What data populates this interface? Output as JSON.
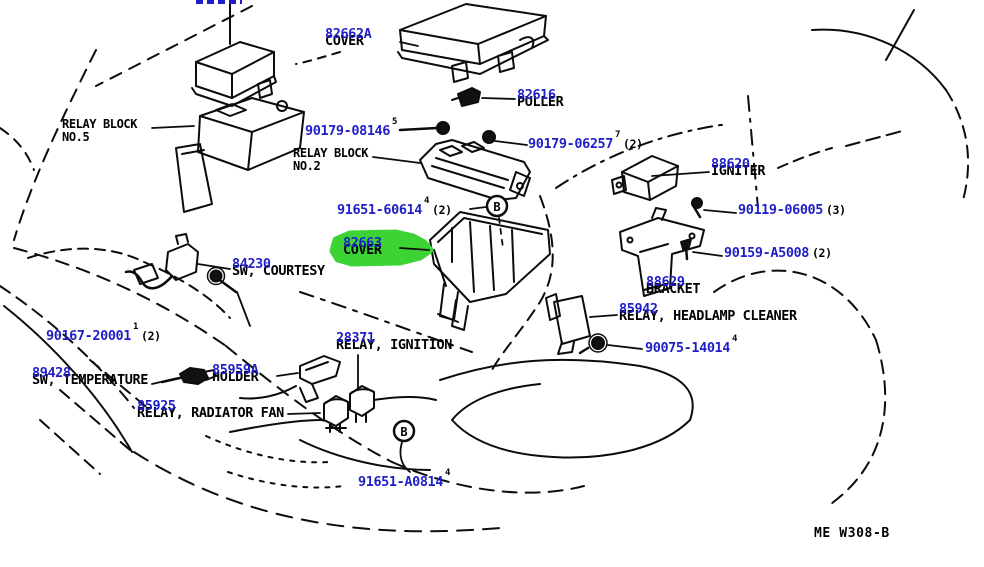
{
  "page": {
    "footer_code": "ME W308-B",
    "highlighted_part": "82663",
    "colors": {
      "link_blue": "#1f1fc8",
      "ink": "#000000",
      "highlight_green": "#3cd435"
    }
  },
  "labels": {
    "cover_top": {
      "number": "82662A",
      "desc": "COVER"
    },
    "puller": {
      "number": "82616",
      "desc": "PULLER"
    },
    "bolt_08146": {
      "number": "90179-08146",
      "sup": "5"
    },
    "bolt_06257": {
      "number": "90179-06257",
      "sup": "7",
      "qty": "(2)"
    },
    "igniter": {
      "number": "88620",
      "desc": "IGNITER"
    },
    "screw_60614": {
      "number": "91651-60614",
      "sup": "4",
      "qty": "(2)"
    },
    "bolt_06005": {
      "number": "90119-06005",
      "qty": "(3)"
    },
    "cover_main": {
      "number": "82663",
      "desc": "COVER"
    },
    "screw_a5008": {
      "number": "90159-A5008",
      "qty": "(2)"
    },
    "courtesy_switch": {
      "number": "84230",
      "desc": "SW, COURTESY"
    },
    "bracket": {
      "number": "88629",
      "desc": "BRACKET"
    },
    "relay_headlamp": {
      "number": "85942",
      "desc": "RELAY, HEADLAMP CLEANER"
    },
    "bolt_20001": {
      "number": "90167-20001",
      "sup": "1",
      "qty": "(2)"
    },
    "bolt_14014": {
      "number": "90075-14014",
      "sup": "4"
    },
    "relay_ignition": {
      "number": "28371",
      "desc": "RELAY, IGNITION"
    },
    "temp_switch": {
      "number": "89428",
      "desc": "SW, TEMPERATURE"
    },
    "holder": {
      "number": "85959A",
      "desc": "HOLDER"
    },
    "relay_radiator": {
      "number": "85925",
      "desc": "RELAY, RADIATOR FAN"
    },
    "screw_a0814": {
      "number": "91651-A0814",
      "sup": "4"
    }
  },
  "captions": {
    "relay_block_5": {
      "line1": "RELAY BLOCK",
      "line2": "NO.5"
    },
    "relay_block_2": {
      "line1": "RELAY BLOCK",
      "line2": "NO.2"
    }
  },
  "callouts": {
    "b1": "B",
    "b2": "B"
  }
}
